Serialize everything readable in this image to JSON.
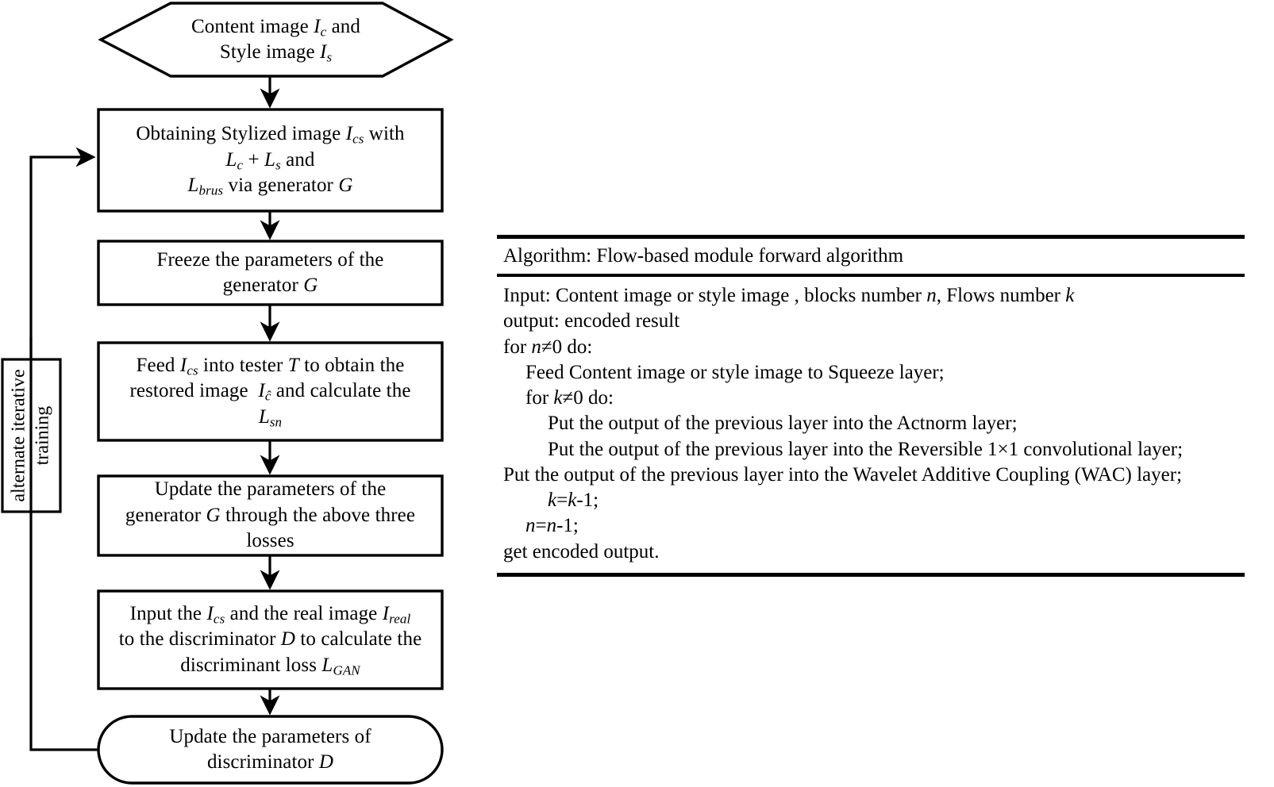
{
  "flowchart": {
    "nodes": [
      {
        "id": "input-images",
        "shape": "hexagon",
        "lines": [
          "Content image I<sub>c</sub> and",
          "Style image I<sub>s</sub>"
        ],
        "plain": "Content image Ic and Style image Is"
      },
      {
        "id": "obtain-stylized",
        "shape": "rectangle",
        "lines": [
          "Obtaining Stylized image I<sub>cs</sub> with",
          "L<sub>c</sub> + L<sub>s</sub> and",
          "L<sub>brus</sub> via generator G"
        ],
        "plain": "Obtaining Stylized image Ics with Lc + Ls and Lbrus via generator G"
      },
      {
        "id": "freeze-generator",
        "shape": "rectangle",
        "lines": [
          "Freeze the parameters of the",
          "generator G"
        ],
        "plain": "Freeze the parameters of the generator G"
      },
      {
        "id": "feed-tester",
        "shape": "rectangle",
        "lines": [
          "Feed I<sub>cs</sub> into tester T to obtain the",
          "restored image  I<sub>ĉ</sub> and calculate the",
          "L<sub>sn</sub>"
        ],
        "plain": "Feed Ics into tester T to obtain the restored image Iĉ and calculate the Lsn"
      },
      {
        "id": "update-generator",
        "shape": "rectangle",
        "lines": [
          "Update the parameters of the",
          "generator G through the above three",
          "losses"
        ],
        "plain": "Update the parameters of the generator G through the above three losses"
      },
      {
        "id": "input-discriminator",
        "shape": "rectangle",
        "lines": [
          "Input the I<sub>cs</sub> and the real image I<sub>real</sub>",
          "to the discriminator D to calculate the",
          "discriminant loss L<sub>GAN</sub>"
        ],
        "plain": "Input the Ics and the real image Ireal to the discriminator D to calculate the discriminant loss LGAN"
      },
      {
        "id": "update-discriminator",
        "shape": "stadium",
        "lines": [
          "Update the parameters of",
          "discriminator D"
        ],
        "plain": "Update the parameters of discriminator D"
      }
    ],
    "side_label": {
      "lines": [
        "alternate iterative",
        "training"
      ],
      "plain": "alternate iterative training"
    }
  },
  "algorithm": {
    "title": "Algorithm: Flow-based module forward algorithm",
    "lines": [
      {
        "indent": 0,
        "text": "Input: Content image or style image , blocks number n, Flows number k"
      },
      {
        "indent": 0,
        "text": "output: encoded result"
      },
      {
        "indent": 0,
        "text": "for n≠0 do:"
      },
      {
        "indent": 1,
        "text": "Feed Content image or style image to Squeeze layer;"
      },
      {
        "indent": 1,
        "text": "for k≠0 do:"
      },
      {
        "indent": 2,
        "text": "Put the output of the previous layer into the Actnorm layer;"
      },
      {
        "indent": 2,
        "text": "Put the output of the previous layer into the Reversible 1×1 convolutional layer;"
      },
      {
        "indent": 2,
        "text": "Put the output of the previous layer into the Wavelet Additive Coupling (WAC) layer;"
      },
      {
        "indent": 2,
        "text": "k=k-1;"
      },
      {
        "indent": 1,
        "text": "n=n-1;"
      },
      {
        "indent": 0,
        "text": "get encoded output."
      }
    ]
  },
  "style": {
    "stroke": "#000000",
    "background": "#ffffff"
  }
}
